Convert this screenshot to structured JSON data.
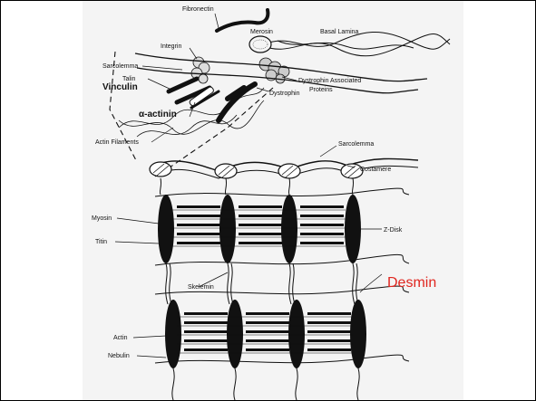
{
  "labels": {
    "fibronectin": "Fibronectin",
    "merosin": "Merosin",
    "basal_lamina": "Basal Lamina",
    "integrin": "Integrin",
    "sarcolemma_top": "Sarcolemma",
    "talin": "Talin",
    "vinculin": "Vinculin",
    "alpha_actinin": "α-actinin",
    "actin_filaments": "Actin Filaments",
    "dystrophin": "Dystrophin",
    "dap_line1": "Dystrophin Associated",
    "dap_line2": "Proteins",
    "sarcolemma": "Sarcolemma",
    "costamere": "Costamere",
    "myosin": "Myosin",
    "titin": "Titin",
    "z_disk": "Z-Disk",
    "skelemin": "Skelemin",
    "desmin": "Desmin",
    "actin": "Actin",
    "nebulin": "Nebulin"
  },
  "colors": {
    "ink": "#111111",
    "desmin": "#e0261f",
    "paper": "#f4f4f4"
  }
}
